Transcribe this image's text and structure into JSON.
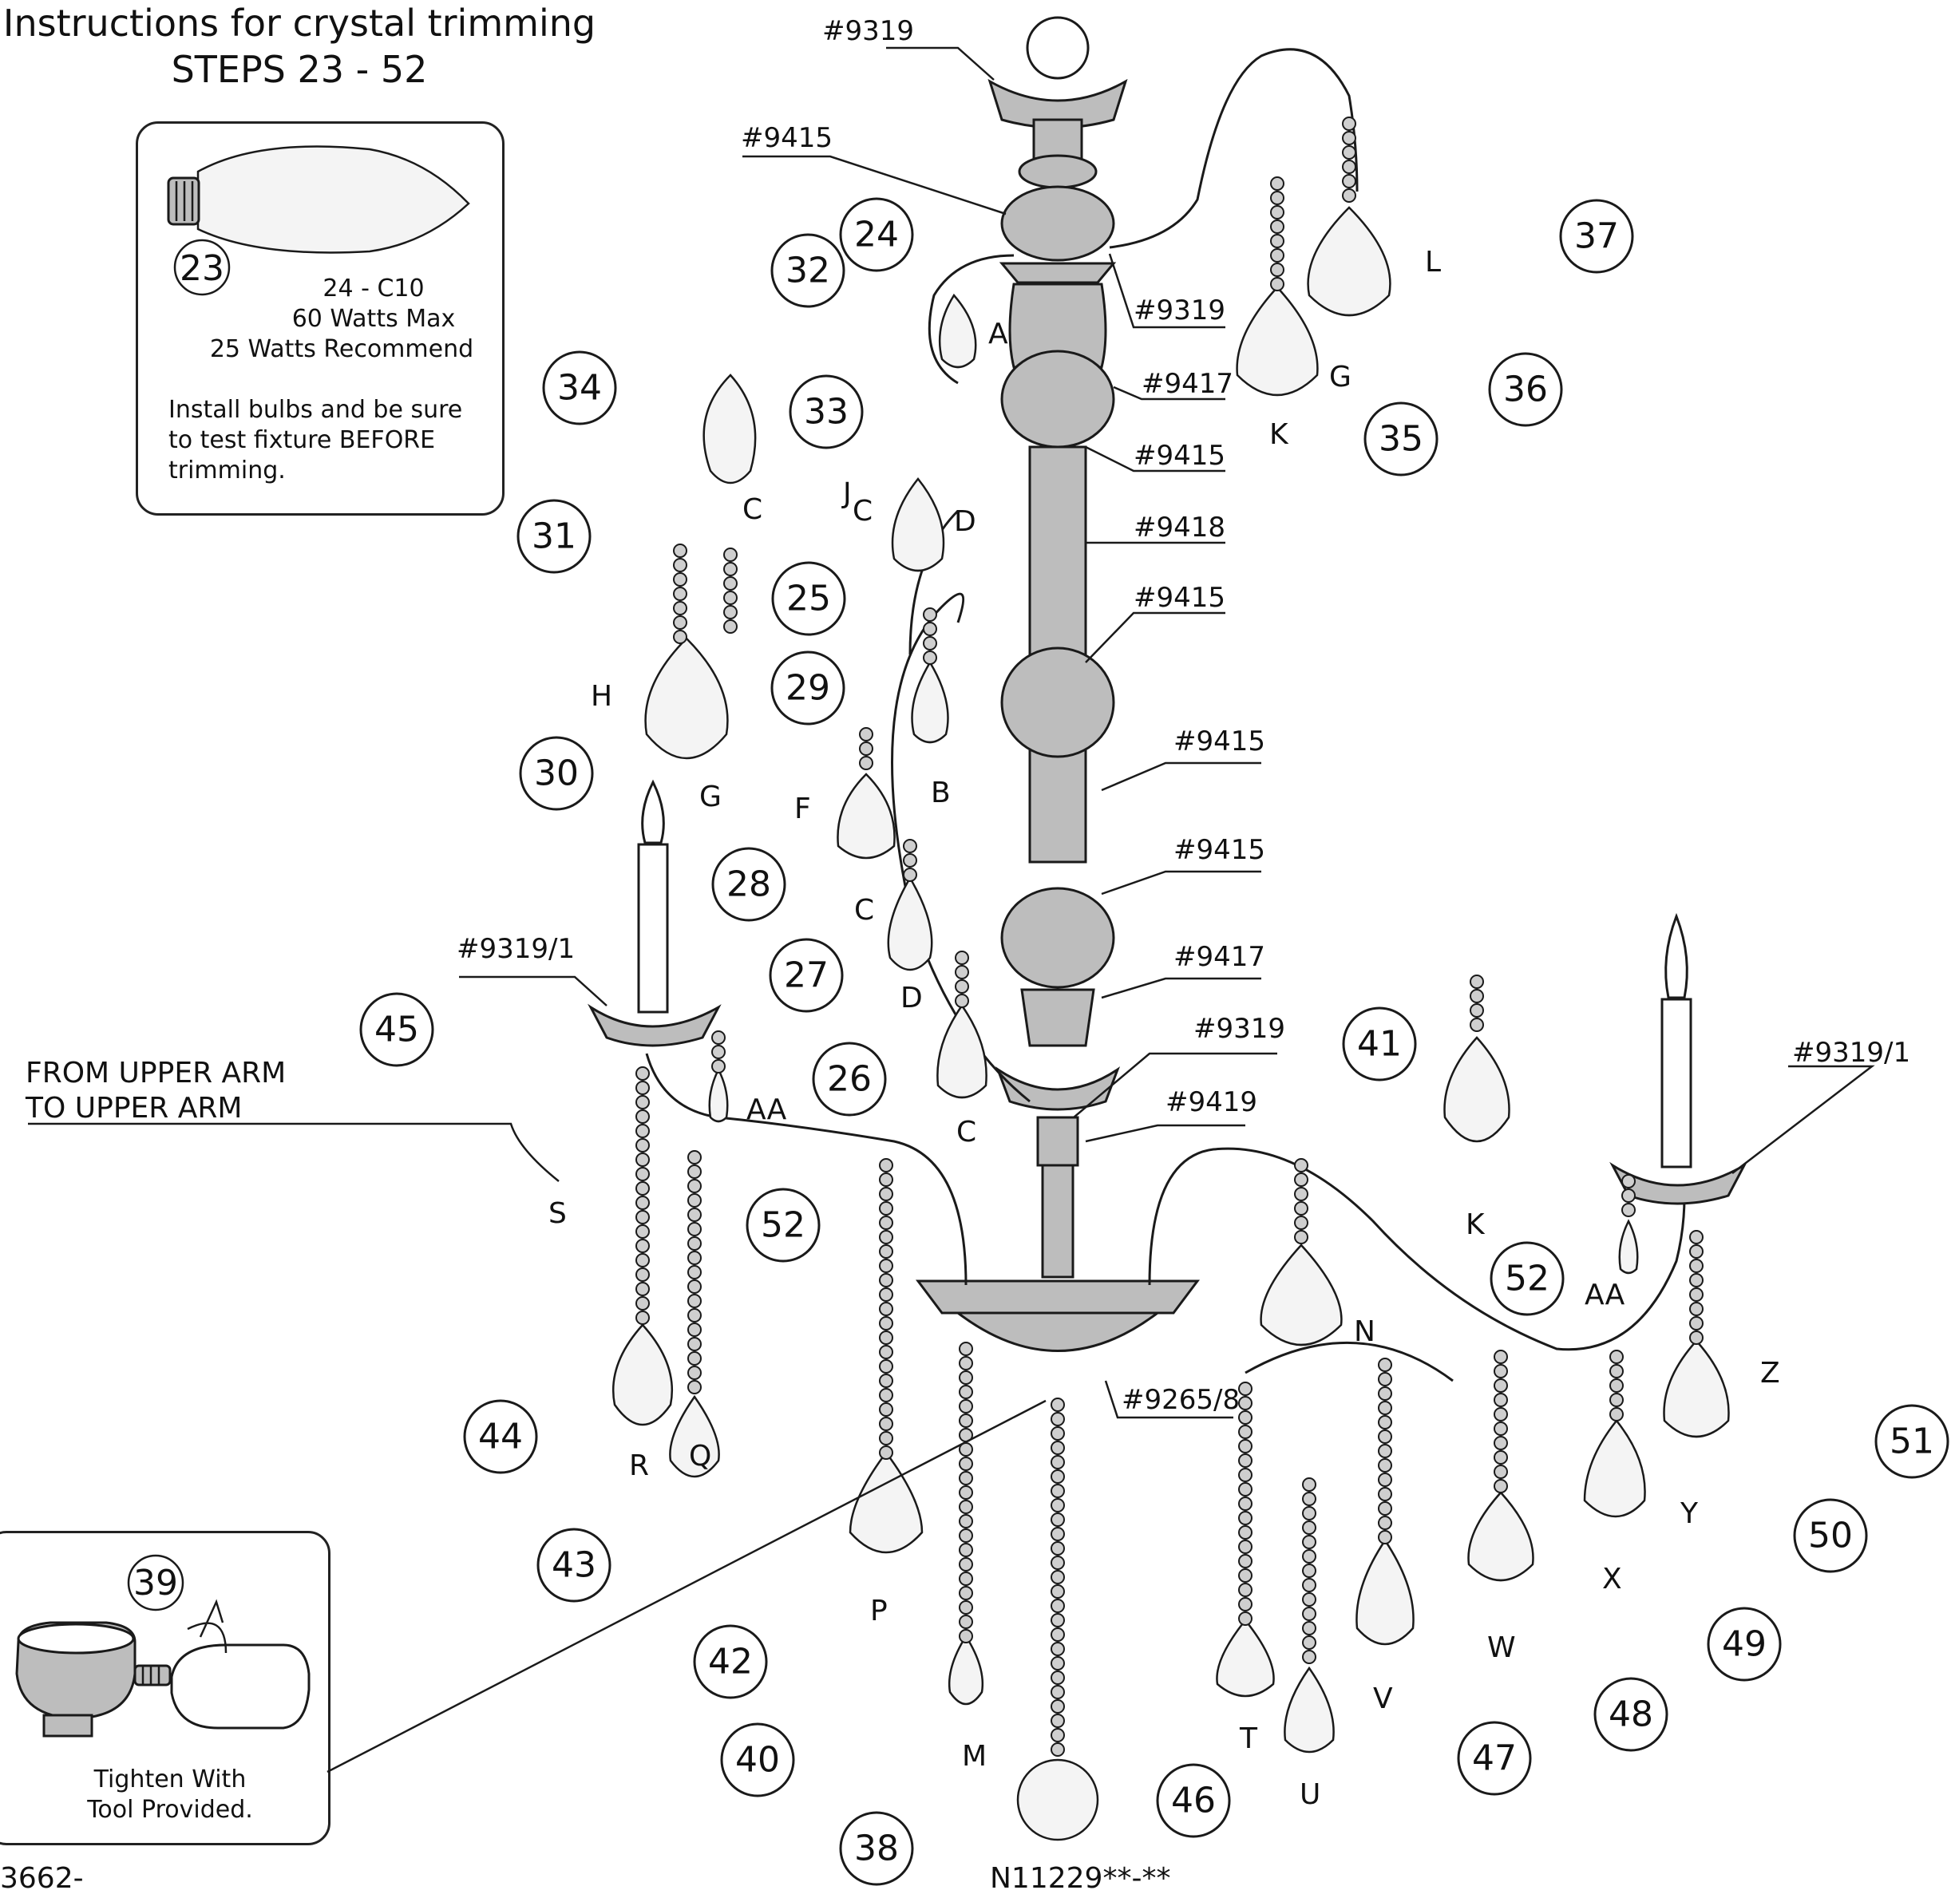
{
  "title": {
    "line1": "Instructions for crystal trimming",
    "line2": "STEPS 23 - 52"
  },
  "bulb_box": {
    "step": "23",
    "spec_lines": [
      "24 - C10",
      "60 Watts Max",
      "25 Watts Recommend"
    ],
    "note": "Install bulbs and be sure to test fixture BEFORE trimming."
  },
  "tool_box": {
    "step": "39",
    "caption": [
      "Tighten With",
      "Tool Provided."
    ]
  },
  "side_note": [
    "FROM UPPER ARM",
    "TO UPPER ARM"
  ],
  "part_numbers": [
    "#9319",
    "#9415",
    "#9319",
    "#9417",
    "#9415",
    "#9418",
    "#9415",
    "#9415",
    "#9415",
    "#9417",
    "#9319",
    "#9419",
    "#9319/1",
    "#9319/1",
    "#9265/8"
  ],
  "step_callouts": [
    "24",
    "25",
    "26",
    "27",
    "28",
    "29",
    "30",
    "31",
    "32",
    "33",
    "34",
    "35",
    "36",
    "37",
    "38",
    "40",
    "41",
    "42",
    "43",
    "44",
    "45",
    "46",
    "47",
    "48",
    "49",
    "50",
    "51",
    "52",
    "52"
  ],
  "crystal_letters": [
    "A",
    "B",
    "C",
    "C",
    "C",
    "C",
    "D",
    "D",
    "F",
    "G",
    "G",
    "H",
    "J",
    "K",
    "K",
    "L",
    "M",
    "N",
    "P",
    "Q",
    "R",
    "S",
    "T",
    "U",
    "V",
    "W",
    "X",
    "Y",
    "Z",
    "AA",
    "AA"
  ],
  "footer": {
    "left": "3662-",
    "center": "N11229**-**"
  },
  "colors": {
    "line": "#1a1a1a",
    "metal": "#bdbdbd",
    "crystal": "#f4f4f4",
    "background": "#ffffff"
  }
}
